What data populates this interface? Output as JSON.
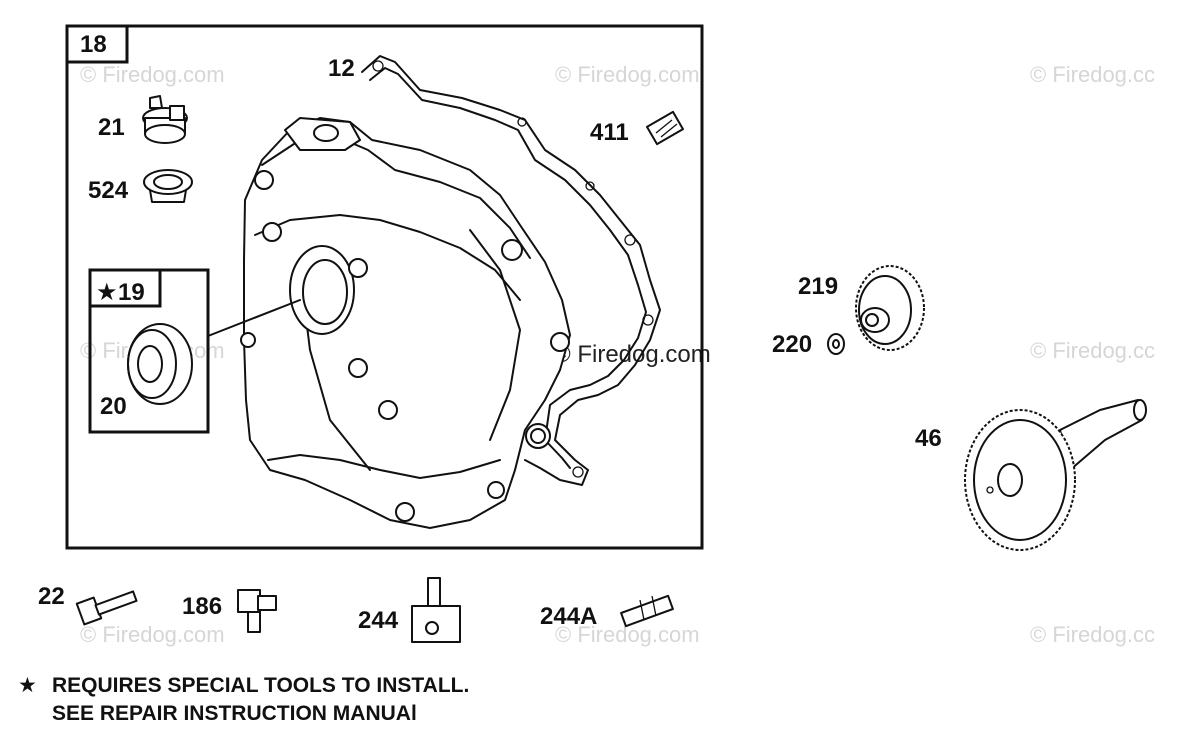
{
  "watermark": "© Firedog.com",
  "watermark_cut": "© Firedog.cc",
  "labels": {
    "l18": "18",
    "l12": "12",
    "l21": "21",
    "l524": "524",
    "l411": "411",
    "l19": "19",
    "l20": "20",
    "l219": "219",
    "l220": "220",
    "l46": "46",
    "l22": "22",
    "l186": "186",
    "l244": "244",
    "l244a": "244A"
  },
  "star": "★",
  "notes": {
    "line1": "REQUIRES SPECIAL TOOLS TO INSTALL.",
    "line2": "SEE REPAIR INSTRUCTION MANUAl"
  }
}
